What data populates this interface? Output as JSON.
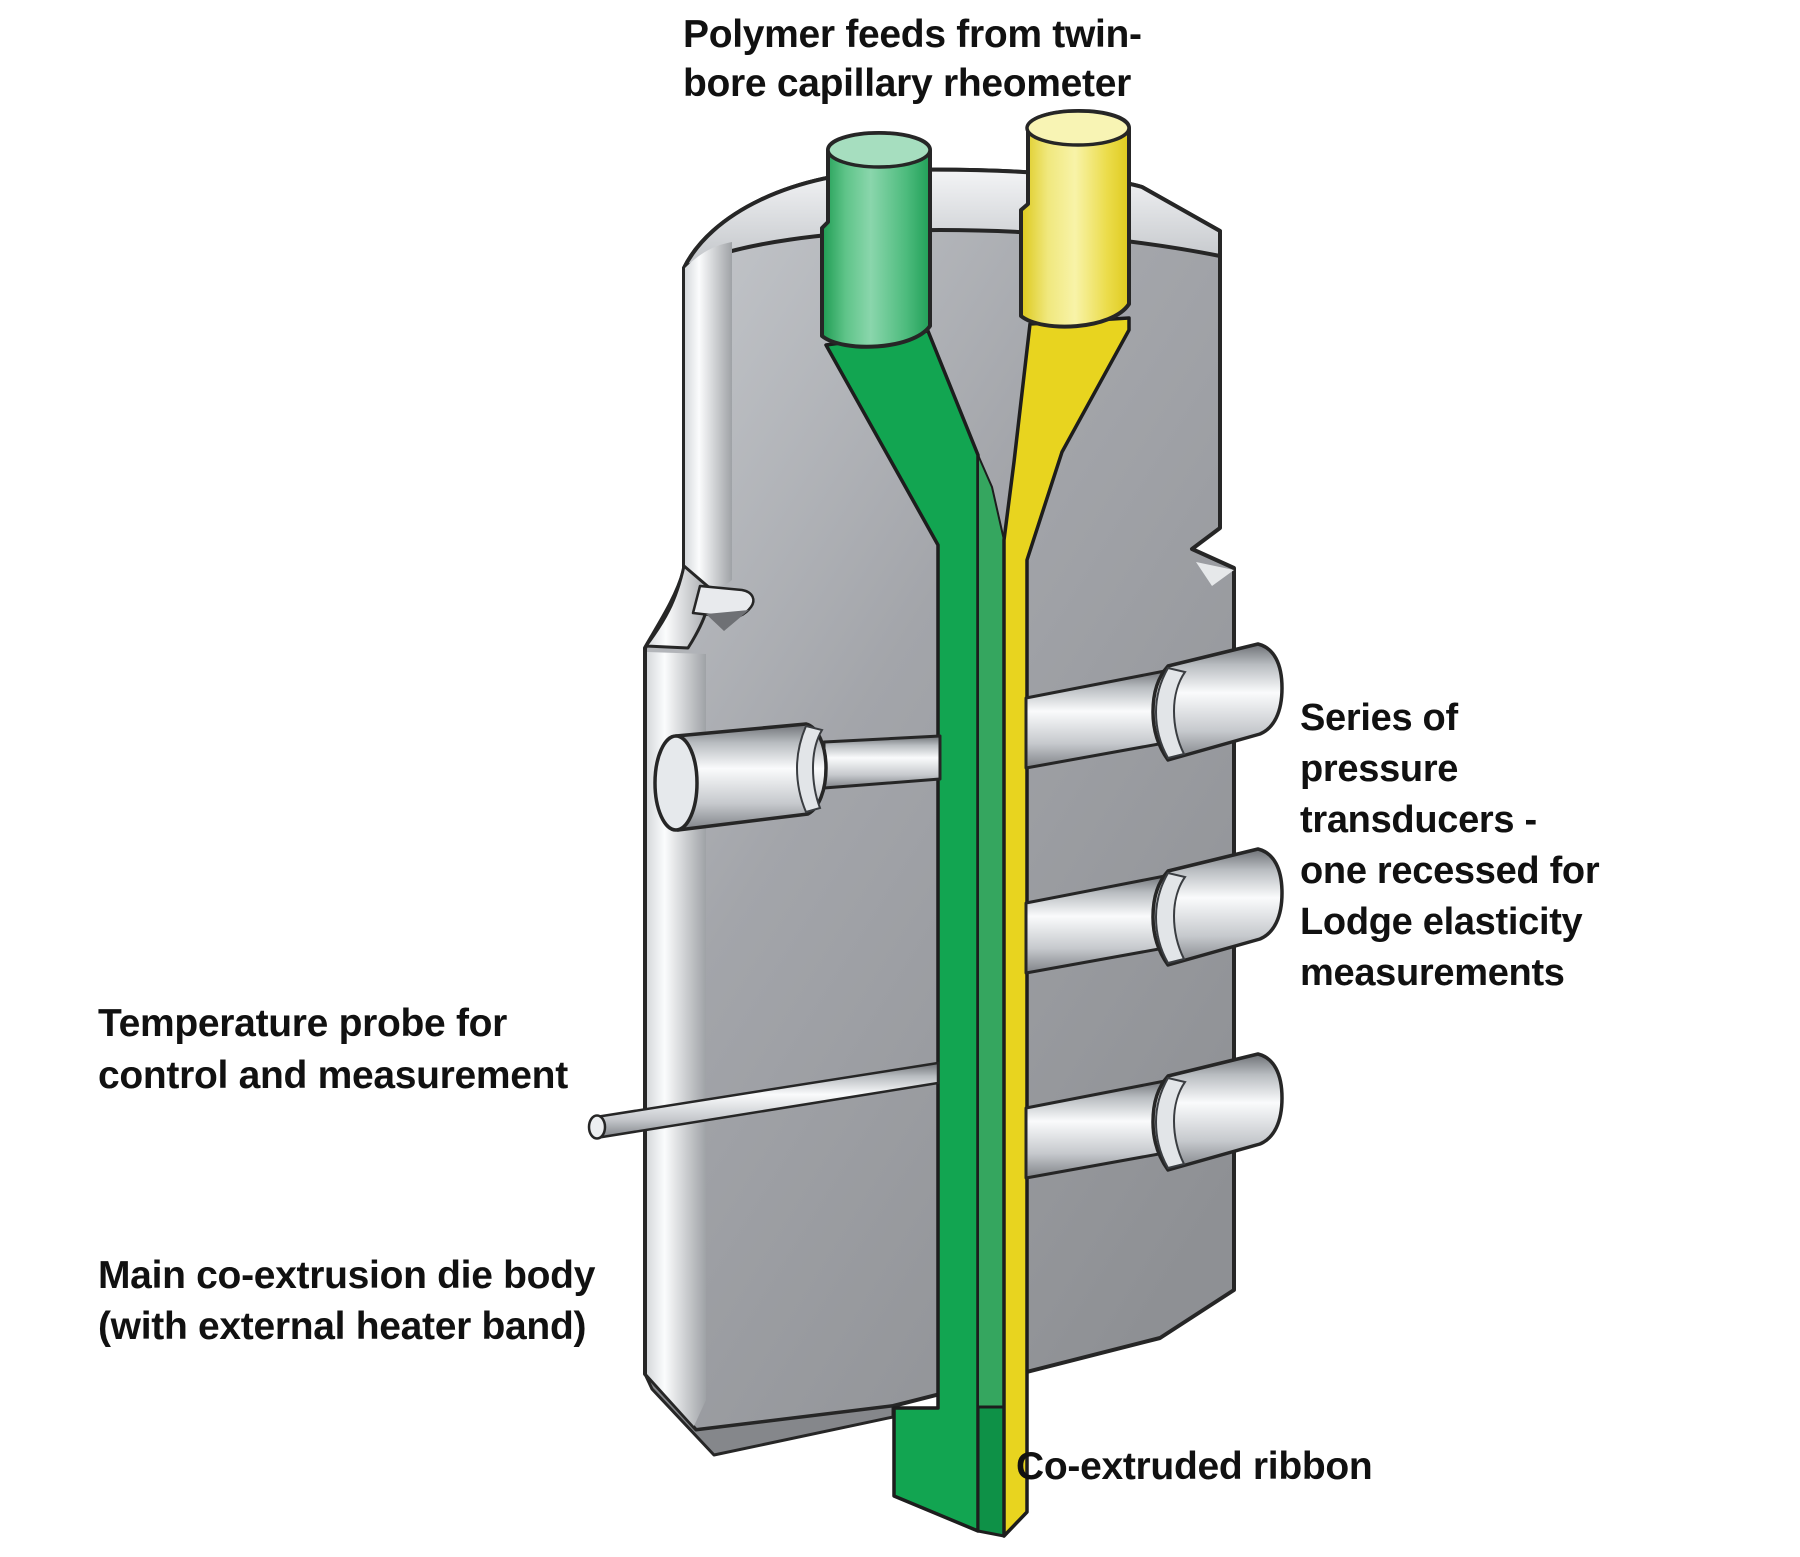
{
  "figure": {
    "title_lines": [
      "Polymer feeds from twin-",
      "bore capillary rheometer"
    ]
  },
  "labels": {
    "pressure_transducers": {
      "lines": [
        "Series of",
        "pressure",
        "transducers -",
        "one recessed for",
        "Lodge elasticity",
        "measurements"
      ]
    },
    "temperature_probe": {
      "lines": [
        "Temperature probe for",
        "control and measurement"
      ]
    },
    "die_body": {
      "lines": [
        "Main co-extrusion die body",
        "(with external heater band)"
      ]
    },
    "coextruded_ribbon": {
      "text": "Co-extruded ribbon"
    }
  },
  "colors": {
    "green": "#12A551",
    "green_mid": "#35A65F",
    "green_dark": "#0E9147",
    "green_light": "#8AD6AC",
    "green_pale": "#A6DEBF",
    "yellow": "#E8D41F",
    "yellow_light": "#F8F3A8",
    "yellow_pale": "#F8F4B4",
    "body_gray": "#97999D",
    "body_gray_light": "#C8CBCF",
    "rim_gray": "#F3F4F6",
    "metal_light": "#FAFBFC",
    "metal_dark": "#7F8287",
    "outline": "#262626",
    "text": "#111111",
    "background": "#FFFFFF"
  }
}
